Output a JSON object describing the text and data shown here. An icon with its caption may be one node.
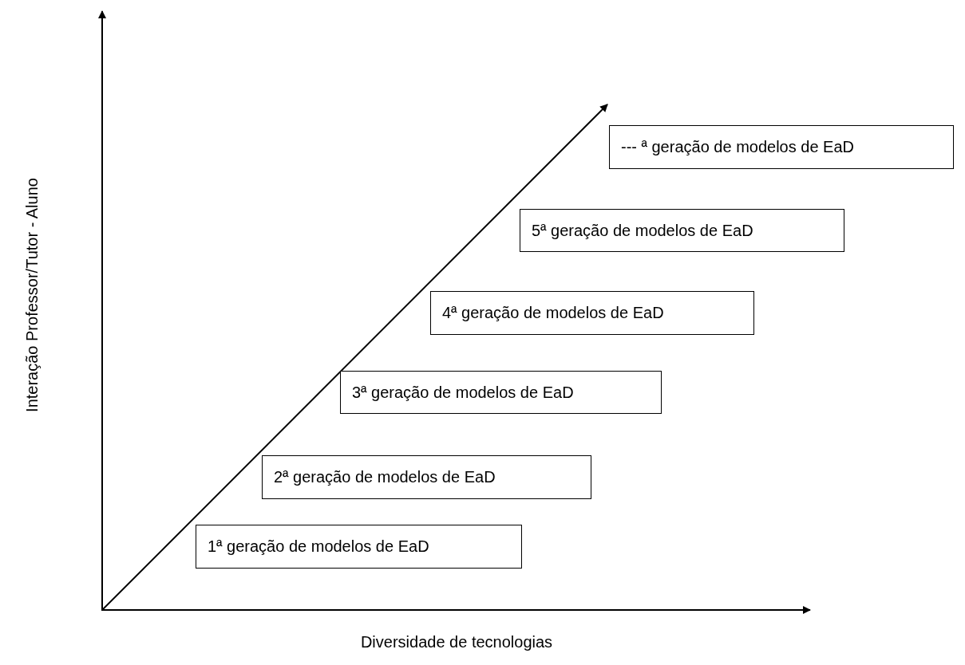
{
  "diagram": {
    "nodes": [
      {
        "text": [
          "--- ª geração de modelos de EaD"
        ]
      },
      {
        "text": [
          "5ª geração de modelos de EaD"
        ]
      },
      {
        "text": [
          "4ª geração de modelos de EaD"
        ]
      },
      {
        "text": [
          "3ª geração de modelos de EaD"
        ]
      },
      {
        "text": [
          "2ª geração de modelos de EaD"
        ]
      },
      {
        "text": [
          "1ª geração de modelos de EaD"
        ]
      }
    ],
    "labels": [
      "Interação Professor/Tutor - Aluno",
      "Diversidade de tecnologias"
    ]
  }
}
